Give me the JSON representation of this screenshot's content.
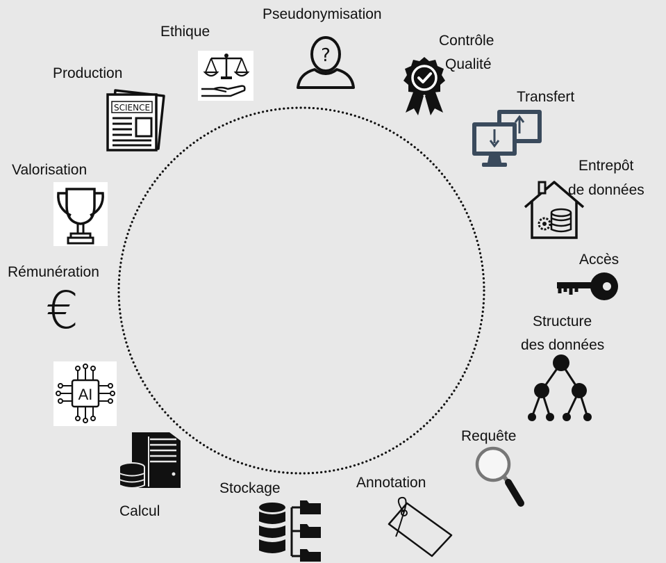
{
  "labels": {
    "pseudonymisation": "Pseudonymisation",
    "ethique": "Ethique",
    "controle": "Contrôle",
    "qualite": "Qualité",
    "production": "Production",
    "transfert": "Transfert",
    "entrepot": "Entrepôt",
    "de_donnees": "de données",
    "valorisation": "Valorisation",
    "acces": "Accès",
    "remuneration": "Rémunération",
    "structure": "Structure",
    "des_donnees": "des données",
    "requete": "Requête",
    "annotation": "Annotation",
    "stockage": "Stockage",
    "calcul": "Calcul",
    "science": "SCIENCE",
    "ai": "AI",
    "euro": "€",
    "question": "?"
  },
  "icons": [
    "person-question-icon",
    "scales-hand-icon",
    "quality-badge-icon",
    "newspaper-icon",
    "transfer-monitors-icon",
    "warehouse-database-icon",
    "trophy-icon",
    "key-icon",
    "euro-icon",
    "hierarchy-tree-icon",
    "ai-chip-icon",
    "magnifier-icon",
    "server-database-icon",
    "database-folders-icon",
    "tag-icon"
  ],
  "colors": {
    "background": "#e8e8e8",
    "icon": "#111111",
    "icon_box": "#ffffff",
    "monitor": "#3a4a5c"
  }
}
